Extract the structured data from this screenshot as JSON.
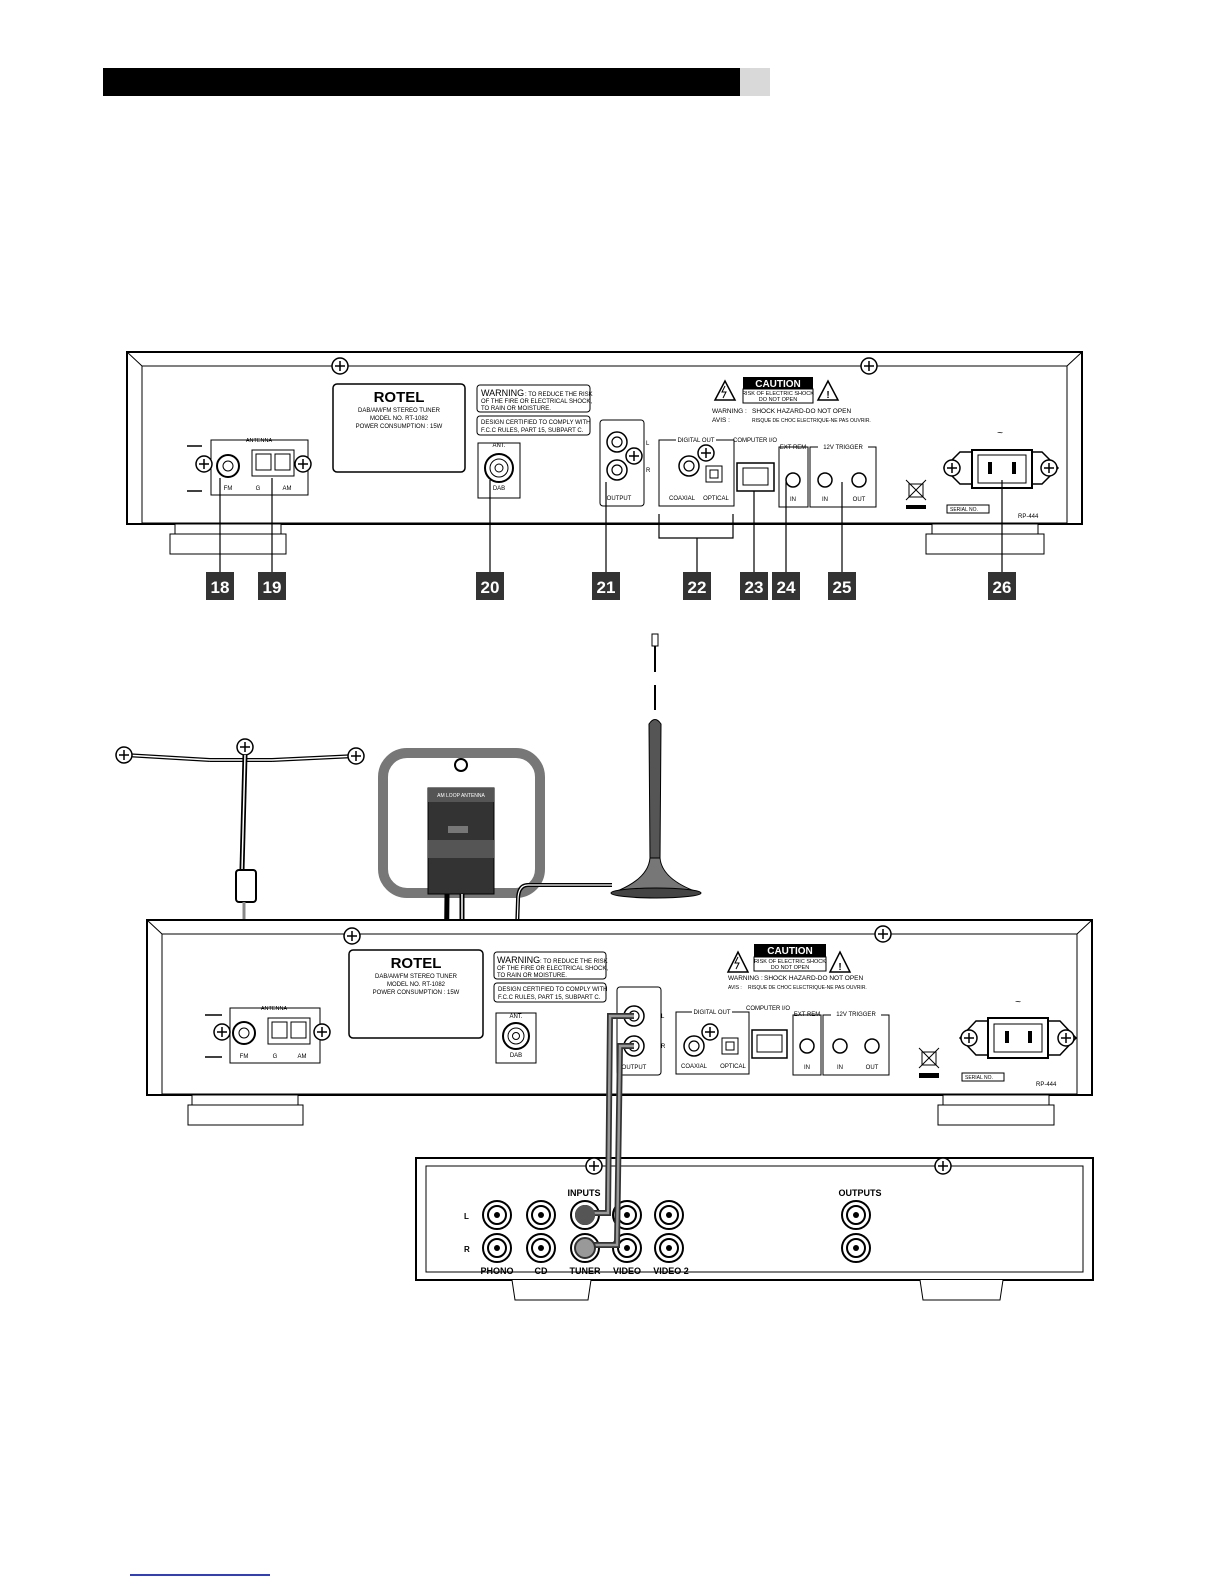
{
  "header": {
    "bar_color": "#000000",
    "tab_color": "#d9d9d9"
  },
  "footer": {
    "link_color": "#2f3fbf"
  },
  "panel": {
    "brand": "ROTEL",
    "product_line": "DAB/AM/FM STEREO TUNER",
    "model": "MODEL NO. RT-1082",
    "power": "POWER CONSUMPTION : 15W",
    "warning_title": "WARNING",
    "warning_text_1": ": TO REDUCE THE RISK",
    "warning_text_2": "OF THE FIRE OR ELECTRICAL SHOCK,",
    "warning_text_3": "TO RAIN OR MOISTURE.",
    "fcc_1": "DESIGN CERTIFIED TO COMPLY WITH",
    "fcc_2": "F.C.C RULES, PART 15, SUBPART C.",
    "caution": "CAUTION",
    "caution_1": "RISK OF ELECTRIC SHOCK",
    "caution_2": "DO NOT OPEN",
    "warn_label": "WARNING :",
    "warn_shock": "SHOCK HAZARD-DO NOT OPEN",
    "avis_label": "AVIS :",
    "avis_text": "RISQUE DE CHOC ELECTRIQUE-NE PAS OUVRIR.",
    "antenna": "ANTENNA",
    "fm": "FM",
    "g": "G",
    "am": "AM",
    "ant": "ANT.",
    "dab": "DAB",
    "l": "L",
    "r": "R",
    "output": "OUTPUT",
    "digital_out": "DIGITAL OUT",
    "coaxial": "COAXIAL",
    "optical": "OPTICAL",
    "computer_io": "COMPUTER I/O",
    "ext_rem": "EXT REM",
    "trigger": "12V TRIGGER",
    "in": "IN",
    "out": "OUT",
    "serial": "SERIAL NO.",
    "rp": "RP-444",
    "tilde": "~"
  },
  "callouts": [
    "18",
    "19",
    "20",
    "21",
    "22",
    "23",
    "24",
    "25",
    "26"
  ],
  "loop_antenna_label": "AM LOOP ANTENNA",
  "amplifier": {
    "inputs": "INPUTS",
    "outputs": "OUTPUTS",
    "l": "L",
    "r": "R",
    "phono": "PHONO",
    "cd": "CD",
    "tuner": "TUNER",
    "video": "VIDEO",
    "video2": "VIDEO 2"
  }
}
